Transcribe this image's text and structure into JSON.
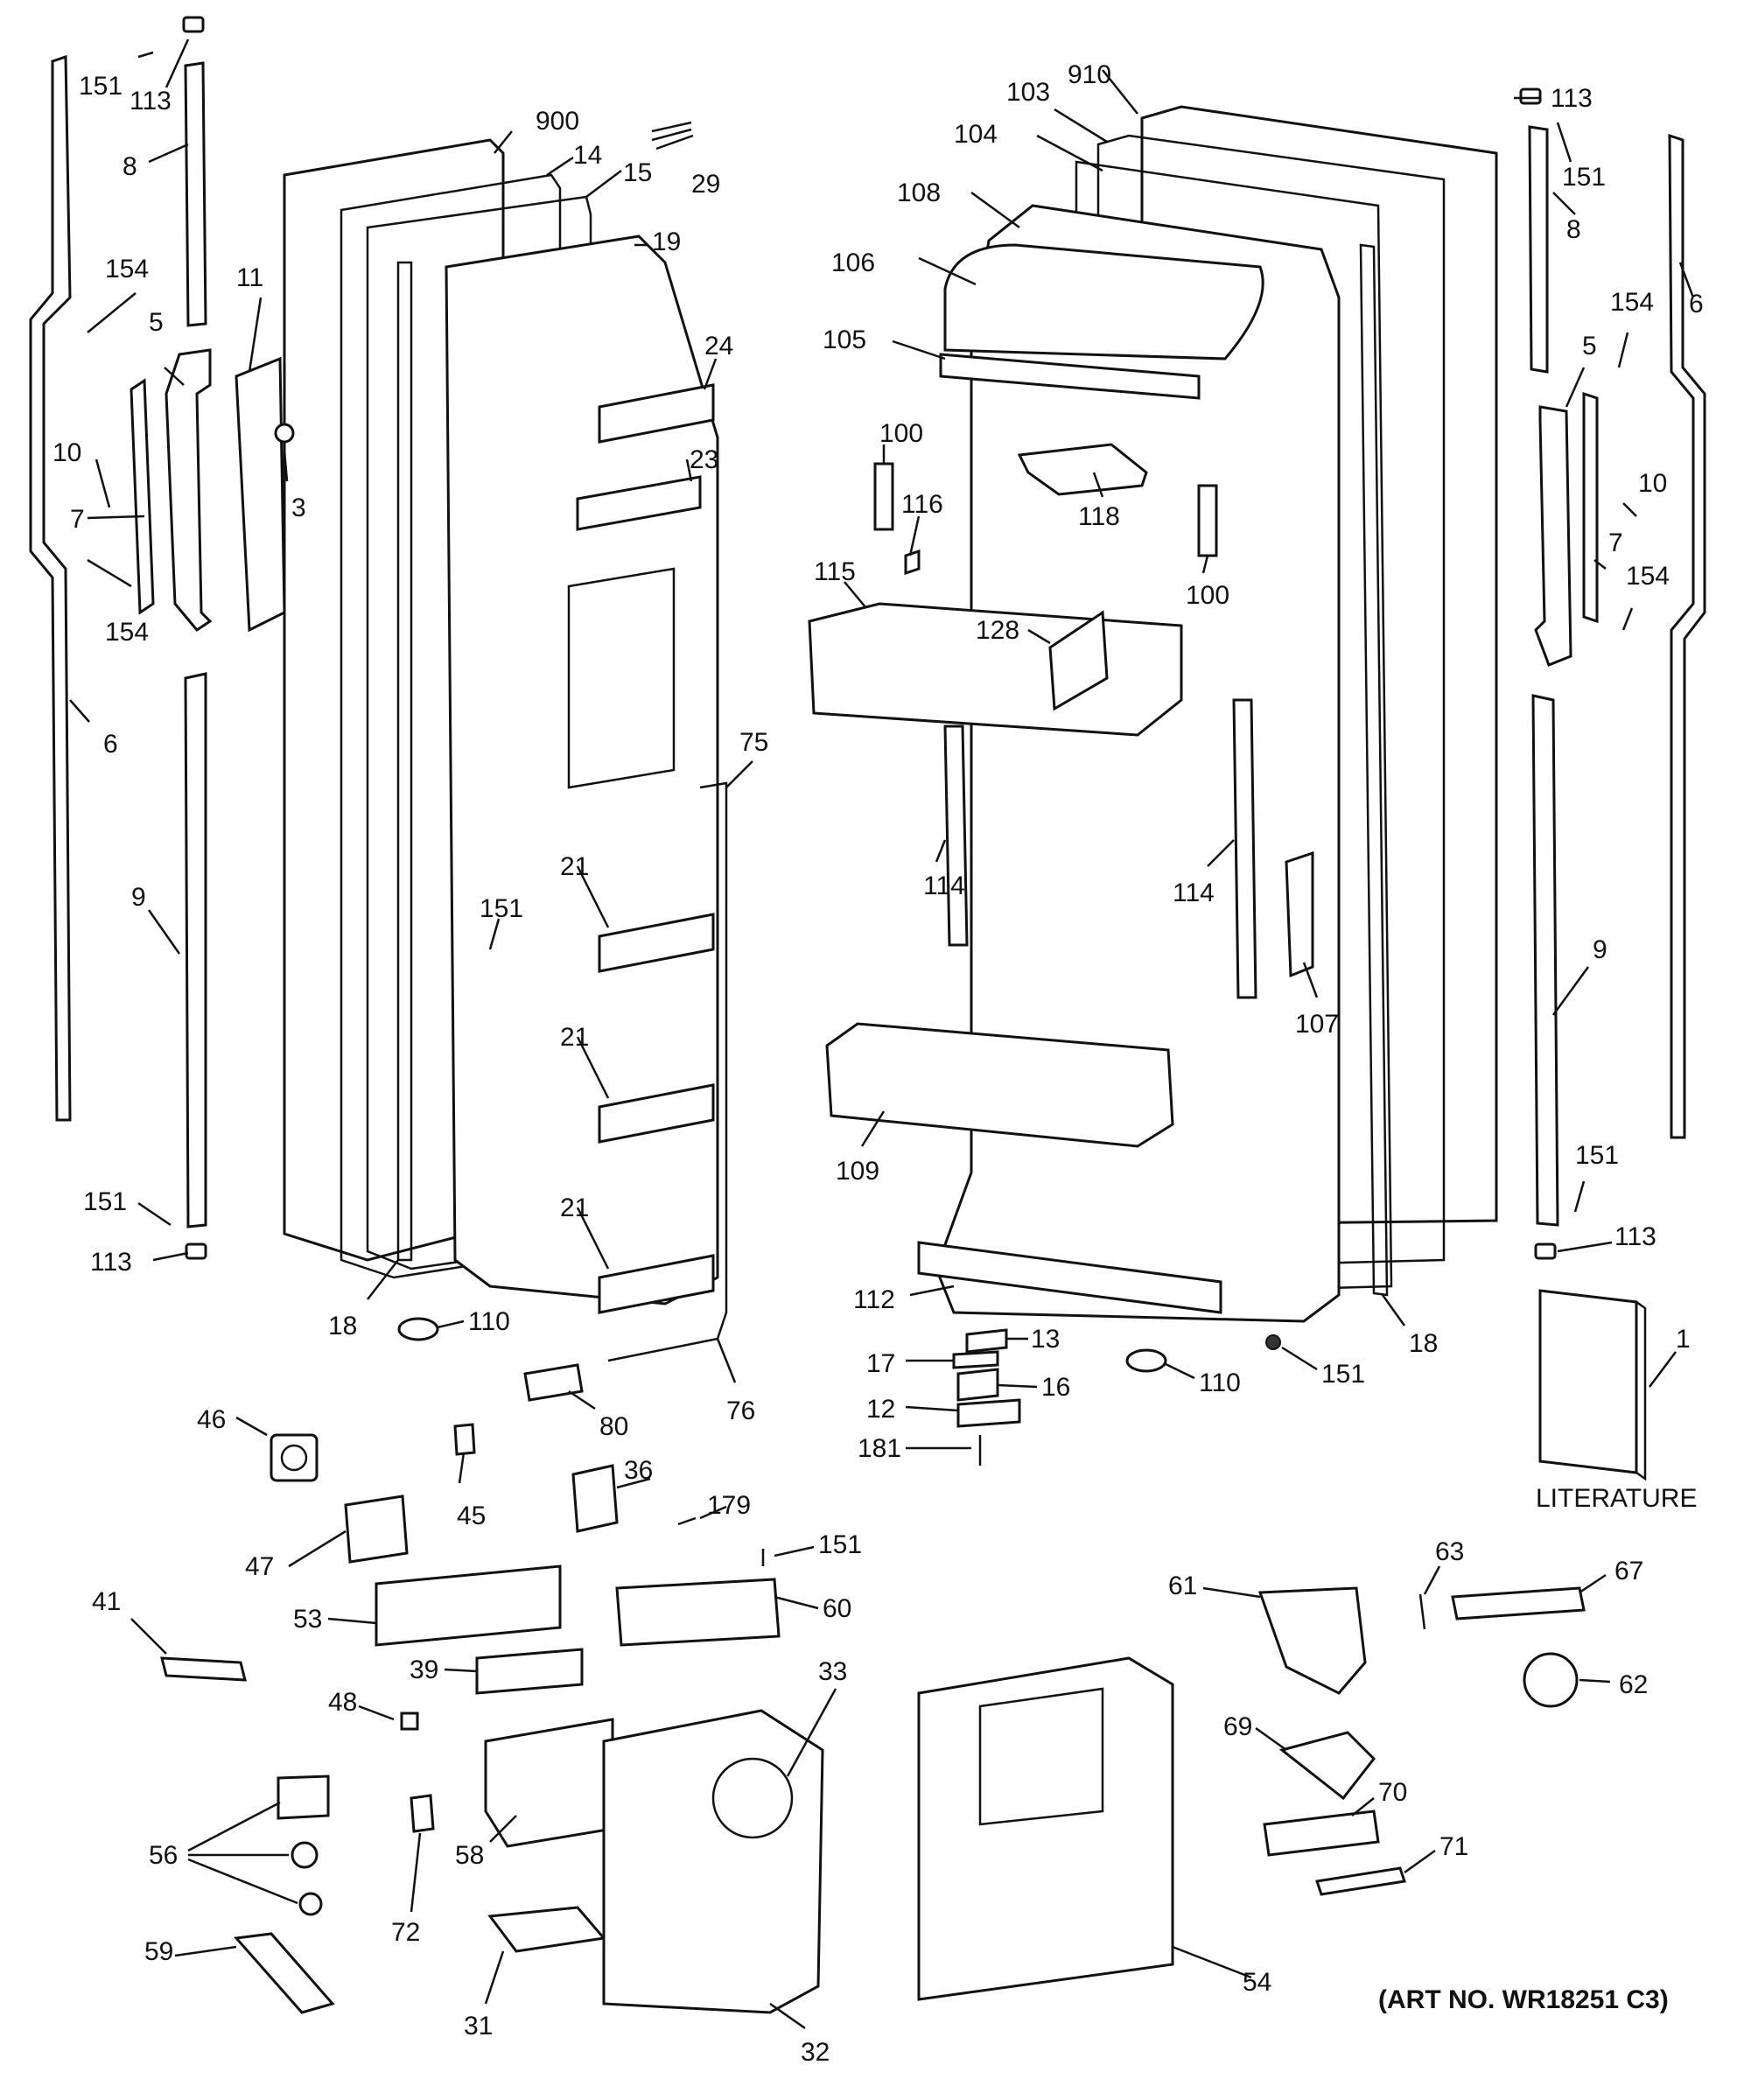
{
  "art_number": "(ART NO. WR18251 C3)",
  "literature_label": "LITERATURE",
  "callouts": [
    {
      "id": "c151a",
      "text": "151"
    },
    {
      "id": "c113a",
      "text": "113"
    },
    {
      "id": "c8a",
      "text": "8"
    },
    {
      "id": "c154a",
      "text": "154"
    },
    {
      "id": "c5a",
      "text": "5"
    },
    {
      "id": "c11",
      "text": "11"
    },
    {
      "id": "c10a",
      "text": "10"
    },
    {
      "id": "c7a",
      "text": "7"
    },
    {
      "id": "c3",
      "text": "3"
    },
    {
      "id": "c154b",
      "text": "154"
    },
    {
      "id": "c6a",
      "text": "6"
    },
    {
      "id": "c9a",
      "text": "9"
    },
    {
      "id": "c151b",
      "text": "151"
    },
    {
      "id": "c113b",
      "text": "113"
    },
    {
      "id": "c900",
      "text": "900"
    },
    {
      "id": "c14",
      "text": "14"
    },
    {
      "id": "c15",
      "text": "15"
    },
    {
      "id": "c29",
      "text": "29"
    },
    {
      "id": "c19",
      "text": "19"
    },
    {
      "id": "c24",
      "text": "24"
    },
    {
      "id": "c23",
      "text": "23"
    },
    {
      "id": "c75",
      "text": "75"
    },
    {
      "id": "c151c",
      "text": "151"
    },
    {
      "id": "c21a",
      "text": "21"
    },
    {
      "id": "c21b",
      "text": "21"
    },
    {
      "id": "c21c",
      "text": "21"
    },
    {
      "id": "c18a",
      "text": "18"
    },
    {
      "id": "c110a",
      "text": "110"
    },
    {
      "id": "c80",
      "text": "80"
    },
    {
      "id": "c76",
      "text": "76"
    },
    {
      "id": "c910",
      "text": "910"
    },
    {
      "id": "c103",
      "text": "103"
    },
    {
      "id": "c104",
      "text": "104"
    },
    {
      "id": "c108",
      "text": "108"
    },
    {
      "id": "c106",
      "text": "106"
    },
    {
      "id": "c105",
      "text": "105"
    },
    {
      "id": "c100a",
      "text": "100"
    },
    {
      "id": "c116",
      "text": "116"
    },
    {
      "id": "c118",
      "text": "118"
    },
    {
      "id": "c100b",
      "text": "100"
    },
    {
      "id": "c115",
      "text": "115"
    },
    {
      "id": "c128",
      "text": "128"
    },
    {
      "id": "c114a",
      "text": "114"
    },
    {
      "id": "c114b",
      "text": "114"
    },
    {
      "id": "c107",
      "text": "107"
    },
    {
      "id": "c109",
      "text": "109"
    },
    {
      "id": "c112",
      "text": "112"
    },
    {
      "id": "c13",
      "text": "13"
    },
    {
      "id": "c17",
      "text": "17"
    },
    {
      "id": "c16",
      "text": "16"
    },
    {
      "id": "c12",
      "text": "12"
    },
    {
      "id": "c181",
      "text": "181"
    },
    {
      "id": "c110b",
      "text": "110"
    },
    {
      "id": "c151d",
      "text": "151"
    },
    {
      "id": "c18b",
      "text": "18"
    },
    {
      "id": "c113c",
      "text": "113"
    },
    {
      "id": "c151e",
      "text": "151"
    },
    {
      "id": "c8b",
      "text": "8"
    },
    {
      "id": "c6b",
      "text": "6"
    },
    {
      "id": "c154c",
      "text": "154"
    },
    {
      "id": "c5b",
      "text": "5"
    },
    {
      "id": "c10b",
      "text": "10"
    },
    {
      "id": "c7b",
      "text": "7"
    },
    {
      "id": "c154d",
      "text": "154"
    },
    {
      "id": "c9b",
      "text": "9"
    },
    {
      "id": "c151f",
      "text": "151"
    },
    {
      "id": "c113d",
      "text": "113"
    },
    {
      "id": "c1",
      "text": "1"
    },
    {
      "id": "c46",
      "text": "46"
    },
    {
      "id": "c45",
      "text": "45"
    },
    {
      "id": "c36",
      "text": "36"
    },
    {
      "id": "c179",
      "text": "179"
    },
    {
      "id": "c151g",
      "text": "151"
    },
    {
      "id": "c47",
      "text": "47"
    },
    {
      "id": "c41",
      "text": "41"
    },
    {
      "id": "c53",
      "text": "53"
    },
    {
      "id": "c60",
      "text": "60"
    },
    {
      "id": "c39",
      "text": "39"
    },
    {
      "id": "c33",
      "text": "33"
    },
    {
      "id": "c48",
      "text": "48"
    },
    {
      "id": "c56",
      "text": "56"
    },
    {
      "id": "c58",
      "text": "58"
    },
    {
      "id": "c72",
      "text": "72"
    },
    {
      "id": "c59",
      "text": "59"
    },
    {
      "id": "c31",
      "text": "31"
    },
    {
      "id": "c32",
      "text": "32"
    },
    {
      "id": "c54",
      "text": "54"
    },
    {
      "id": "c61",
      "text": "61"
    },
    {
      "id": "c63",
      "text": "63"
    },
    {
      "id": "c67",
      "text": "67"
    },
    {
      "id": "c62",
      "text": "62"
    },
    {
      "id": "c69",
      "text": "69"
    },
    {
      "id": "c70",
      "text": "70"
    },
    {
      "id": "c71",
      "text": "71"
    }
  ]
}
